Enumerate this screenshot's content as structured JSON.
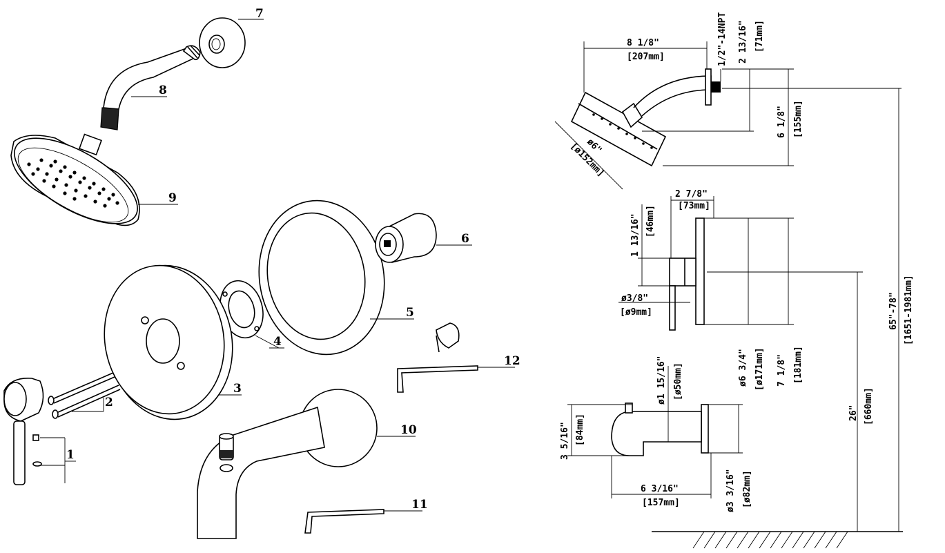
{
  "parts": {
    "p1": "1",
    "p2": "2",
    "p3": "3",
    "p4": "4",
    "p5": "5",
    "p6": "6",
    "p7": "7",
    "p8": "8",
    "p9": "9",
    "p10": "10",
    "p11": "11",
    "p12": "12"
  },
  "dims": {
    "arm_reach_in": "8 1/8\"",
    "arm_reach_mm": "[207mm]",
    "npt": "1/2\"-14NPT",
    "arm_rise_in": "2 13/16\"",
    "arm_rise_mm": "[71mm]",
    "arm_height_in": "6 1/8\"",
    "arm_height_mm": "[155mm]",
    "head_dia_in": "ø6\"",
    "head_dia_mm": "[ø152mm]",
    "valve_depth_in": "2 7/8\"",
    "valve_depth_mm": "[73mm]",
    "valve_hub_in": "1 13/16\"",
    "valve_hub_mm": "[46mm]",
    "stem_dia_in": "ø3/8\"",
    "stem_dia_mm": "[ø9mm]",
    "trim_dia_in": "ø6 3/4\"",
    "trim_dia_mm": "[ø171mm]",
    "trim_h_in": "7 1/8\"",
    "trim_h_mm": "[181mm]",
    "spout_dia_in": "ø1 15/16\"",
    "spout_dia_mm": "[ø50mm]",
    "spout_h_in": "3 5/16\"",
    "spout_h_mm": "[84mm]",
    "spout_len_in": "6 3/16\"",
    "spout_len_mm": "[157mm]",
    "spout_flange_in": "ø3 3/16\"",
    "spout_flange_mm": "[ø82mm]",
    "head_height_in": "65\"-78\"",
    "head_height_mm": "[1651-1981mm]",
    "spout_height_in": "26\"",
    "spout_height_mm": "[660mm]"
  }
}
